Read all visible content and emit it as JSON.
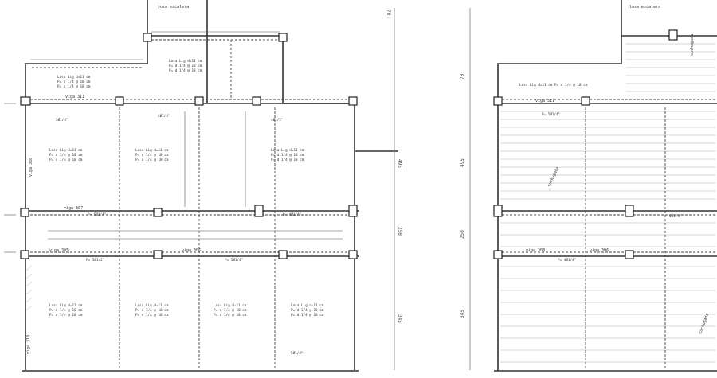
{
  "plan_left": {
    "title": "yoza escalera",
    "slab_notes": [
      {
        "l1": "Losa  Lig  d=11 cm",
        "l2": "P= d 1/4 @ 18 cm",
        "l3": "P= d 1/4 @ 18 cm"
      },
      {
        "l1": "Losa  Lig  d=11 cm",
        "l2": "P= d 1/4 @ 18 cm",
        "l3": "P= d 1/4 @ 18 cm"
      },
      {
        "l1": "Losa  Lig  d=11 cm",
        "l2": "P= d 1/4 @ 18 cm",
        "l3": "P= d 1/4 @ 18 cm"
      },
      {
        "l1": "Losa  Lig  d=11 cm",
        "l2": "P= d 1/4 @ 18 cm",
        "l3": "P= d 1/4 @ 18 cm"
      },
      {
        "l1": "Losa  Lig  d=11 cm",
        "l2": "P= d 1/4 @ 18 cm",
        "l3": "P= d 1/4 @ 18 cm"
      },
      {
        "l1": "Losa  Lig  d=11 cm",
        "l2": "P= d 1/4 @ 18 cm",
        "l3": "P= d 1/4 @ 18 cm"
      },
      {
        "l1": "Losa  Lig  d=11 cm",
        "l2": "P= d 1/4 @ 18 cm",
        "l3": "P= d 1/4 @ 18 cm"
      },
      {
        "l1": "Losa  Lig  d=11 cm",
        "l2": "P= d 1/4 @ 18 cm",
        "l3": "P= d 1/4 @ 18 cm"
      },
      {
        "l1": "Losa  Lig  d=11 cm",
        "l2": "P= d 1/4 @ 18 cm",
        "l3": "P= d 1/4 @ 18 cm"
      }
    ],
    "beam_labels": [
      "viga 307",
      "viga 305",
      "viga 306",
      "viga 308",
      "viga 311",
      "viga 310"
    ],
    "rebar_notes": [
      "P= 5Ø1/4\"",
      "P= 4Ø1/4\"",
      "P= 5Ø1/2\"",
      "P= 5Ø1/4\"",
      "4Ø1/2\"",
      "3Ø1/4\"",
      "4Ø1/4\"",
      "5Ø1/4\""
    ],
    "dims": [
      "495",
      "250",
      "345",
      "70"
    ]
  },
  "plan_right": {
    "title": "losa  escalera",
    "dims": [
      "70",
      "495",
      "250",
      "345"
    ],
    "slab_note": "Losa  Lig  d=11 cm  P= d 1/4 @ 18 cm",
    "beam_labels": [
      "viga 311",
      "viga 308",
      "viga 306"
    ],
    "joist_labels": [
      "cuchugada",
      "cuchugada",
      "cuchugada"
    ],
    "rebar_notes": [
      "P= 5Ø1/4\"",
      "P= 4Ø1/4\"",
      "6Ø1/4\""
    ]
  }
}
